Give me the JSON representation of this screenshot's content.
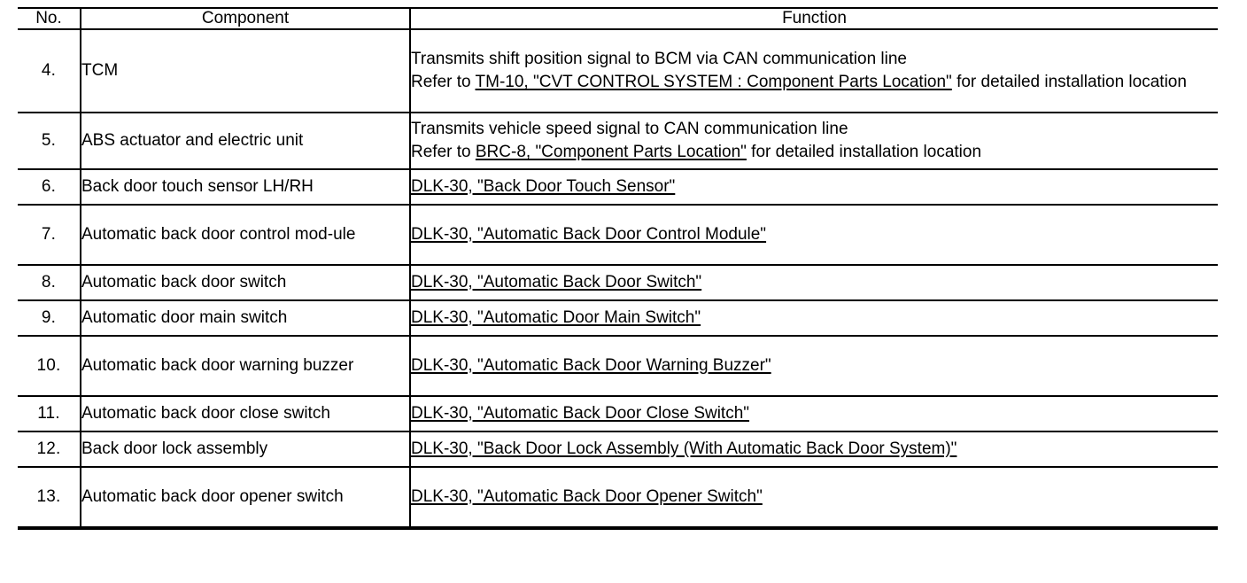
{
  "table": {
    "headers": {
      "no": "No.",
      "component": "Component",
      "function": "Function"
    },
    "rows": [
      {
        "no": "4.",
        "component": "TCM",
        "function_lines": [
          {
            "text": "Transmits shift position signal to BCM via CAN communication line"
          },
          {
            "prefix": "Refer to ",
            "link": "TM-10, \"CVT CONTROL SYSTEM : Component Parts Location\"",
            "suffix": " for detailed installation location"
          }
        ]
      },
      {
        "no": "5.",
        "component": "ABS actuator and electric unit",
        "function_lines": [
          {
            "text": "Transmits vehicle speed signal to CAN communication line"
          },
          {
            "prefix": "Refer to ",
            "link": "BRC-8, \"Component Parts Location\"",
            "suffix": " for detailed installation location"
          }
        ]
      },
      {
        "no": "6.",
        "component": "Back door touch sensor LH/RH",
        "function_lines": [
          {
            "link": "DLK-30, \"Back Door Touch Sensor\""
          }
        ]
      },
      {
        "no": "7.",
        "component": "Automatic back door control mod-​ule",
        "function_lines": [
          {
            "link": "DLK-30, \"Automatic Back Door Control Module\""
          }
        ]
      },
      {
        "no": "8.",
        "component": "Automatic back door switch",
        "function_lines": [
          {
            "link": "DLK-30, \"Automatic Back Door Switch\""
          }
        ]
      },
      {
        "no": "9.",
        "component": "Automatic door main switch",
        "function_lines": [
          {
            "link": "DLK-30, \"Automatic Door Main Switch\""
          }
        ]
      },
      {
        "no": "10.",
        "component": "Automatic back door warning buzzer",
        "function_lines": [
          {
            "link": "DLK-30, \"Automatic Back Door Warning Buzzer\""
          }
        ]
      },
      {
        "no": "11.",
        "component": "Automatic back door close switch",
        "function_lines": [
          {
            "link": "DLK-30, \"Automatic Back Door Close Switch\""
          }
        ]
      },
      {
        "no": "12.",
        "component": "Back door lock assembly",
        "function_lines": [
          {
            "link": "DLK-30, \"Back Door Lock Assembly (With Automatic Back Door System)\""
          }
        ]
      },
      {
        "no": "13.",
        "component": "Automatic back door opener switch",
        "function_lines": [
          {
            "link": "DLK-30, \"Automatic Back Door Opener Switch\""
          }
        ]
      }
    ]
  }
}
